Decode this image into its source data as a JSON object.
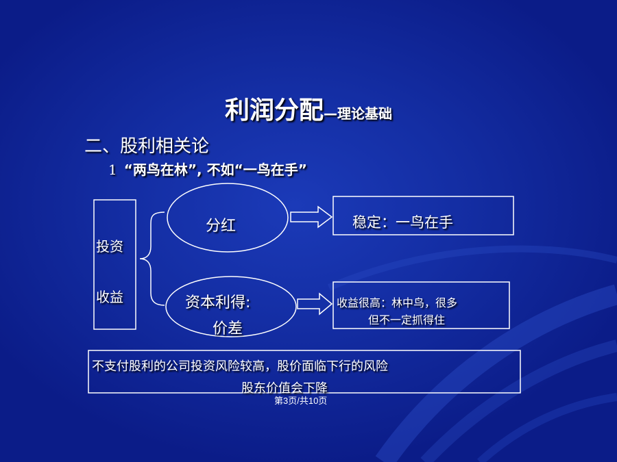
{
  "title": {
    "main": "利润分配",
    "sub": "—理论基础"
  },
  "section_heading": "二、股利相关论",
  "subheading": {
    "number": "1",
    "text": "“两鸟在林”, 不如“一鸟在手”"
  },
  "diagram": {
    "left_box": {
      "line1": "投资",
      "line2": "收益"
    },
    "top_ellipse": "分红",
    "bottom_ellipse": {
      "line1": "资本利得:",
      "line2": "价差"
    },
    "top_result": "稳定：一鸟在手",
    "bottom_result": {
      "line1": "收益很高：林中鸟，很多",
      "line2": "但不一定抓得住"
    },
    "footer_box": {
      "line1": "不支付股利的公司投资风险较高，股价面临下行的风险",
      "line2": "股东价值会下降"
    }
  },
  "page_caption": "第3页/共10页",
  "colors": {
    "background": "#0d1f86",
    "text": "#ffffff",
    "lines": "#ffffff"
  }
}
